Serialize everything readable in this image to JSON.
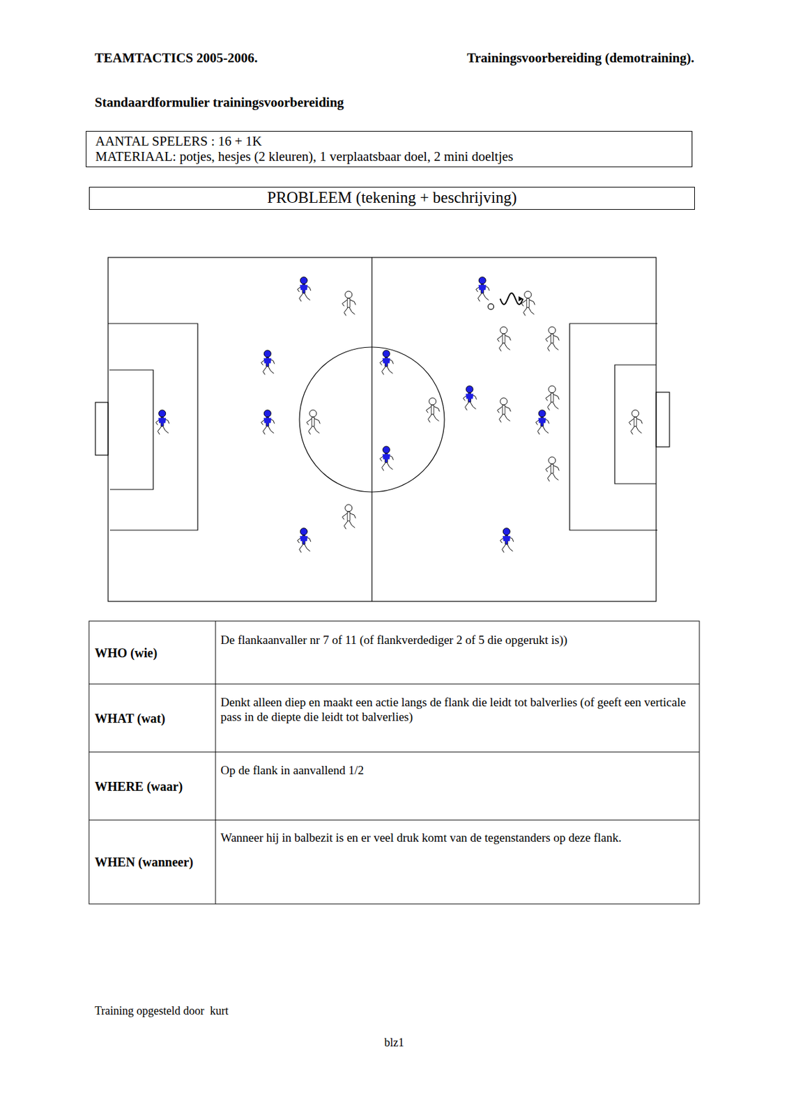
{
  "diagram": {
    "title": "Standaardformulier trainingsvoorbereiding",
    "nodes": [
      {
        "text": [
          "AANTAL SPELERS : 16 + 1K",
          "MATERIAAL: potjes, hesjes (2 kleuren), 1 verplaatsbaar doel, 2 mini doeltjes"
        ]
      },
      {
        "text": [
          "PROBLEEM (tekening + beschrijving)"
        ]
      }
    ],
    "labels": [
      "TEAMTACTICS 2005-2006.",
      "Trainingsvoorbereiding (demotraining).",
      "WHO (wie)",
      "De flankaanvaller nr 7 of 11 (of flankverdediger 2 of 5 die opgerukt is))",
      "WHAT (wat)",
      "Denkt alleen diep en maakt een actie langs de flank die leidt tot balverlies (of geeft een verticale pass in de diepte die leidt tot balverlies)",
      "WHERE (waar)",
      "Op de flank in aanvallend 1/2",
      "WHEN (wanneer)",
      "Wanneer hij in balbezit is en er veel druk komt van de tegenstanders op deze flank.",
      "Training opgesteld door  kurt",
      "blz1"
    ]
  }
}
